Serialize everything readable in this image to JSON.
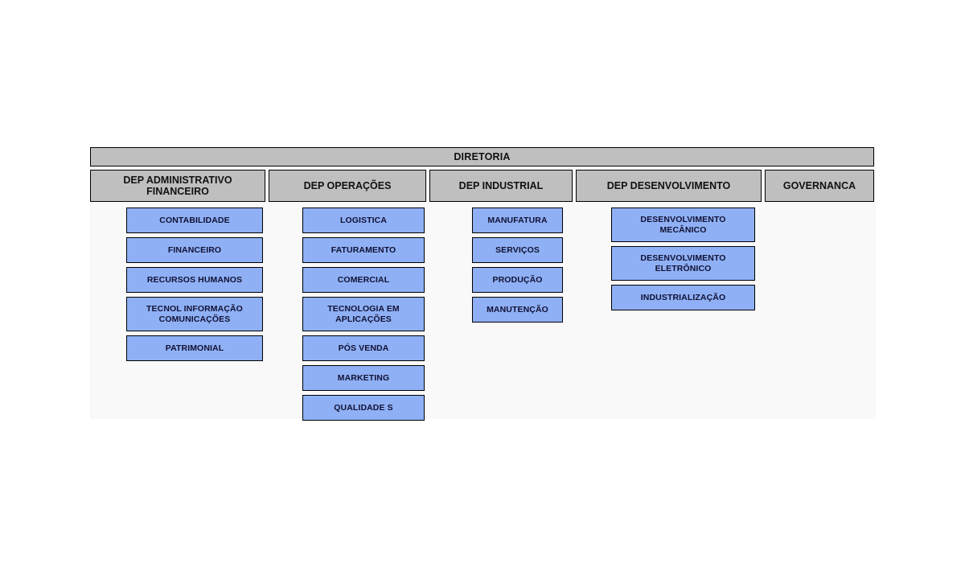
{
  "chart_data": {
    "type": "diagram",
    "diagram_type": "organizational-chart",
    "title": "DIRETORIA",
    "root": "DIRETORIA",
    "departments": [
      {
        "label": "DEP ADMINISTRATIVO FINANCEIRO",
        "units": [
          "CONTABILIDADE",
          "FINANCEIRO",
          "RECURSOS HUMANOS",
          "TECNOL INFORMAÇÃO COMUNICAÇÕES",
          "PATRIMONIAL"
        ]
      },
      {
        "label": "DEP OPERAÇÕES",
        "units": [
          "LOGISTICA",
          "FATURAMENTO",
          "COMERCIAL",
          "TECNOLOGIA EM APLICAÇÕES",
          "PÓS VENDA",
          "MARKETING",
          "QUALIDADE S"
        ]
      },
      {
        "label": "DEP INDUSTRIAL",
        "units": [
          "MANUFATURA",
          "SERVIÇOS",
          "PRODUÇÃO",
          "MANUTENÇÃO"
        ]
      },
      {
        "label": "DEP DESENVOLVIMENTO",
        "units": [
          "DESENVOLVIMENTO MECÂNICO",
          "DESENVOLVIMENTO ELETRÔNICO",
          "INDUSTRIALIZAÇÃO"
        ]
      },
      {
        "label": "GOVERNANCA",
        "units": []
      }
    ],
    "colors": {
      "header_fill": "#bfbfbf",
      "unit_fill": "#8fb0f5",
      "border": "#000000",
      "panel_background": "#f9f9f9",
      "page_background": "#ffffff",
      "text": "#111111"
    }
  },
  "root": {
    "label": "DIRETORIA"
  },
  "departments": [
    {
      "label": "DEP ADMINISTRATIVO\nFINANCEIRO",
      "line1": "DEP ADMINISTRATIVO",
      "line2": "FINANCEIRO"
    },
    {
      "label": "DEP OPERAÇÕES",
      "line1": "DEP OPERAÇÕES",
      "line2": ""
    },
    {
      "label": "DEP INDUSTRIAL",
      "line1": "DEP INDUSTRIAL",
      "line2": ""
    },
    {
      "label": "DEP DESENVOLVIMENTO",
      "line1": "DEP DESENVOLVIMENTO",
      "line2": ""
    },
    {
      "label": "GOVERNANCA",
      "line1": "GOVERNANCA",
      "line2": ""
    }
  ],
  "columns": [
    {
      "units": [
        {
          "line1": "CONTABILIDADE",
          "line2": ""
        },
        {
          "line1": "FINANCEIRO",
          "line2": ""
        },
        {
          "line1": "RECURSOS HUMANOS",
          "line2": ""
        },
        {
          "line1": "TECNOL INFORMAÇÃO",
          "line2": "COMUNICAÇÕES"
        },
        {
          "line1": "PATRIMONIAL",
          "line2": ""
        }
      ]
    },
    {
      "units": [
        {
          "line1": "LOGISTICA",
          "line2": ""
        },
        {
          "line1": "FATURAMENTO",
          "line2": ""
        },
        {
          "line1": "COMERCIAL",
          "line2": ""
        },
        {
          "line1": "TECNOLOGIA EM",
          "line2": "APLICAÇÕES"
        },
        {
          "line1": "PÓS VENDA",
          "line2": ""
        },
        {
          "line1": "MARKETING",
          "line2": ""
        },
        {
          "line1": "QUALIDADE S",
          "line2": ""
        }
      ]
    },
    {
      "units": [
        {
          "line1": "MANUFATURA",
          "line2": ""
        },
        {
          "line1": "SERVIÇOS",
          "line2": ""
        },
        {
          "line1": "PRODUÇÃO",
          "line2": ""
        },
        {
          "line1": "MANUTENÇÃO",
          "line2": ""
        }
      ]
    },
    {
      "units": [
        {
          "line1": "DESENVOLVIMENTO",
          "line2": "MECÂNICO"
        },
        {
          "line1": "DESENVOLVIMENTO",
          "line2": "ELETRÔNICO"
        },
        {
          "line1": "INDUSTRIALIZAÇÃO",
          "line2": ""
        }
      ]
    }
  ]
}
